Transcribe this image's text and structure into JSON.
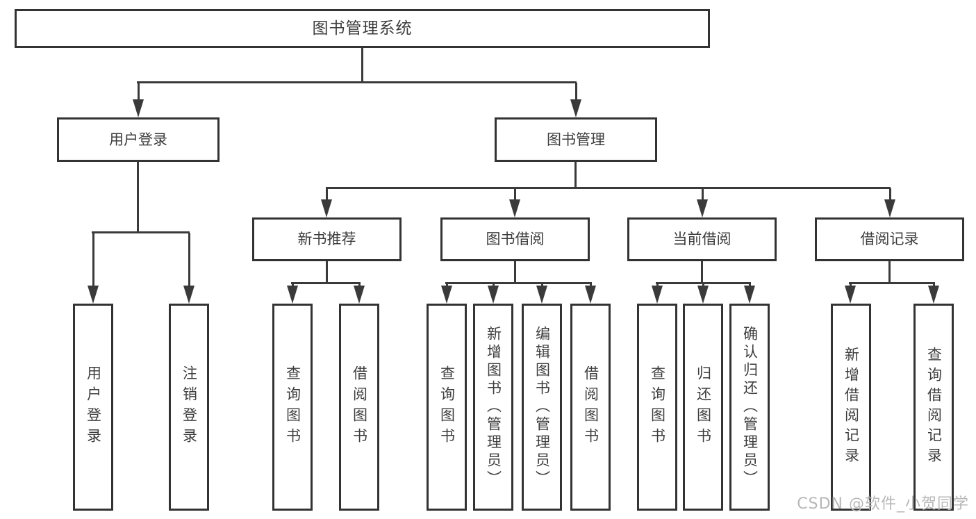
{
  "title": {
    "label": "图书管理系统"
  },
  "level2": {
    "user_login": "用户登录",
    "book_mgmt": "图书管理"
  },
  "level3": {
    "new_books": "新书推荐",
    "book_borrow": "图书借阅",
    "current_borrow": "当前借阅",
    "borrow_records": "借阅记录"
  },
  "leaves": {
    "user": [
      "用户登录",
      "注销登录"
    ],
    "new_books": [
      "查询图书",
      "借阅图书"
    ],
    "book_borrow": [
      "查询图书",
      "新增图书（管理员）",
      "编辑图书（管理员）",
      "借阅图书"
    ],
    "current_borrow": [
      "查询图书",
      "归还图书",
      "确认归还（管理员）"
    ],
    "borrow_records": [
      "新增借阅记录",
      "查询借阅记录"
    ]
  },
  "watermark": "CSDN @软件_小贺同学",
  "colors": {
    "border": "#333333",
    "line": "#3a3a3a",
    "text": "#3d3d3d",
    "watermark": "#b7b7b7",
    "background": "#ffffff"
  }
}
